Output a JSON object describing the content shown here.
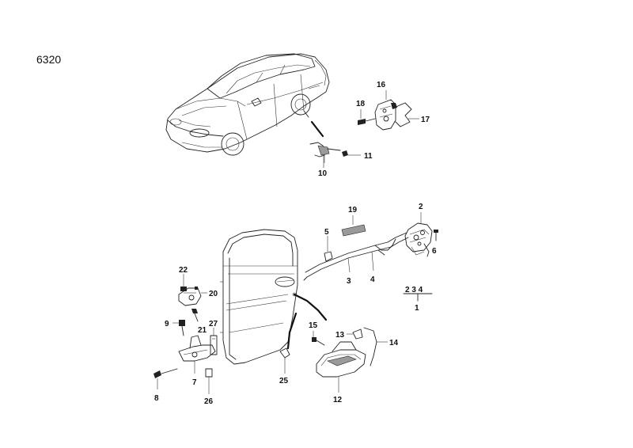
{
  "diagram": {
    "code": "6320",
    "callouts": {
      "c1": "1",
      "c2": "2",
      "c3": "3",
      "c4": "4",
      "c5": "5",
      "c6": "6",
      "c7": "7",
      "c8": "8",
      "c9": "9",
      "c10": "10",
      "c11": "11",
      "c12": "12",
      "c13": "13",
      "c14": "14",
      "c15": "15",
      "c16": "16",
      "c17": "17",
      "c18": "18",
      "c19": "19",
      "c20": "20",
      "c21": "21",
      "c22": "22",
      "c25": "25",
      "c26": "26",
      "c27": "27",
      "group_234": "2 3 4"
    }
  }
}
